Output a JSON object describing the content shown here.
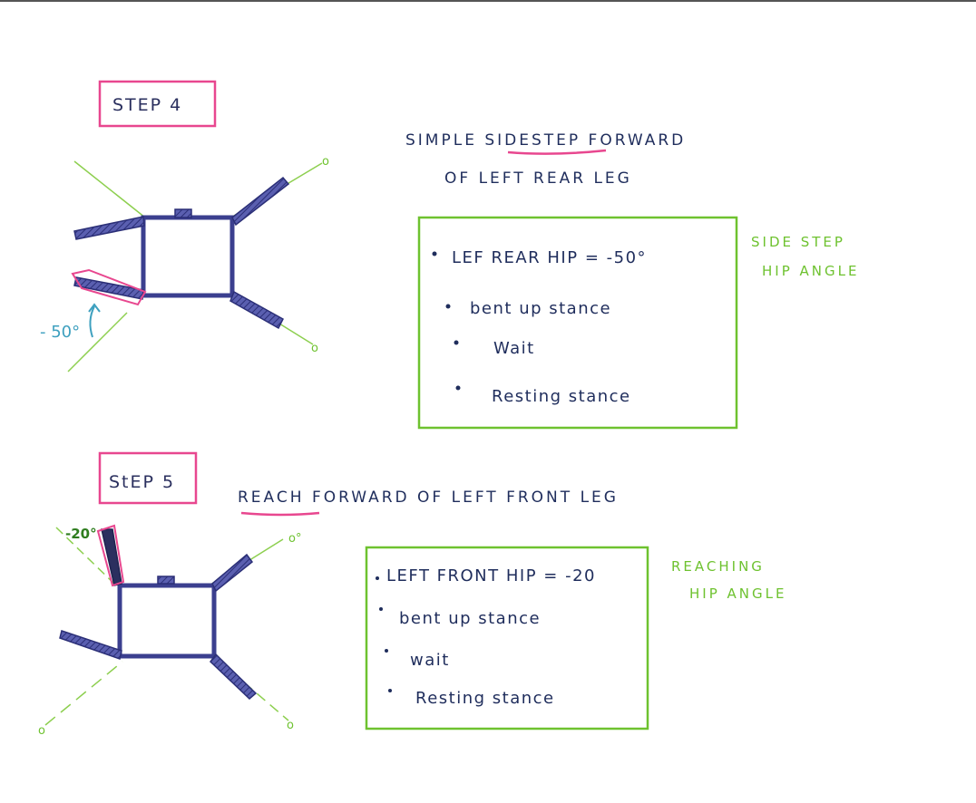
{
  "step4": {
    "label": "STEP 4",
    "title_line1_pre": "SIMPLE ",
    "title_line1_underlined": "SIDESTEP",
    "title_line1_post": " FORWARD",
    "title_line2": "OF  LEFT  REAR  LEG",
    "instructions": [
      "LEF REAR HIP  =   -50°",
      "bent up stance",
      "Wait",
      "Resting stance"
    ],
    "note_line1": "SIDE STEP",
    "note_line2": "HIP ANGLE",
    "angle_label": "- 50°",
    "foot_marks": [
      "o",
      "o"
    ]
  },
  "step5": {
    "label": "StEP 5",
    "title_underlined": "REACH",
    "title_rest": " FORWARD  OF  LEFT  FRONT  LEG",
    "instructions": [
      "LEFT FRONT HIP  =  -20",
      "bent up stance",
      "wait",
      "Resting stance"
    ],
    "note_line1": "REACHING",
    "note_line2": "HIP ANGLE",
    "angle_label": "-20°",
    "foot_marks": [
      "o°",
      "o",
      "o"
    ]
  },
  "colors": {
    "pink": "#e8478f",
    "green": "#6ec22f",
    "ink": "#1f2d5c",
    "robot": "#3b3f8f",
    "blue": "#3ea0bf"
  }
}
